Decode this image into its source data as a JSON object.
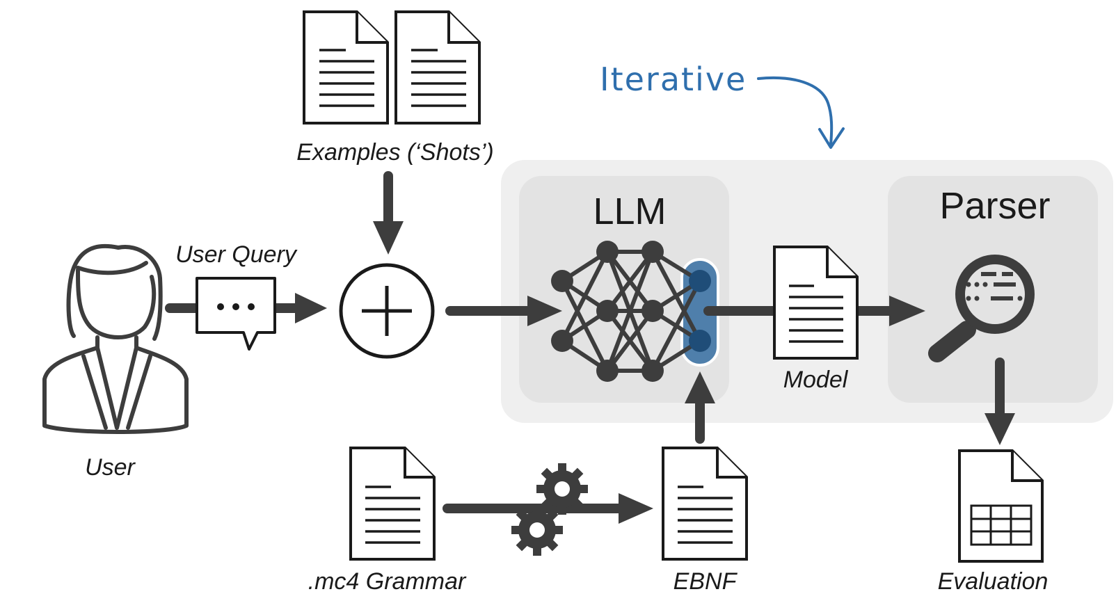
{
  "labels": {
    "examples": "Examples (‘Shots’)",
    "user_query": "User Query",
    "user": "User",
    "llm": "LLM",
    "parser": "Parser",
    "model": "Model",
    "iterative": "Iterative",
    "grammar": ".mc4 Grammar",
    "ebnf": "EBNF",
    "evaluation": "Evaluation"
  },
  "colors": {
    "outer_panel": "#efefef",
    "inner_panel": "#e3e3e3",
    "dark": "#3d3d3d",
    "highlight": "#4f7fab",
    "highlight_node": "#1f4d78",
    "iterative_blue": "#2f6fad"
  },
  "icons": {
    "user": "person-icon",
    "chat": "chat-bubble-icon",
    "combine": "plus-circle-icon",
    "llm": "neural-network-icon",
    "parser": "magnifier-icon",
    "gears": "gears-icon",
    "document": "document-icon",
    "table": "table-document-icon"
  }
}
